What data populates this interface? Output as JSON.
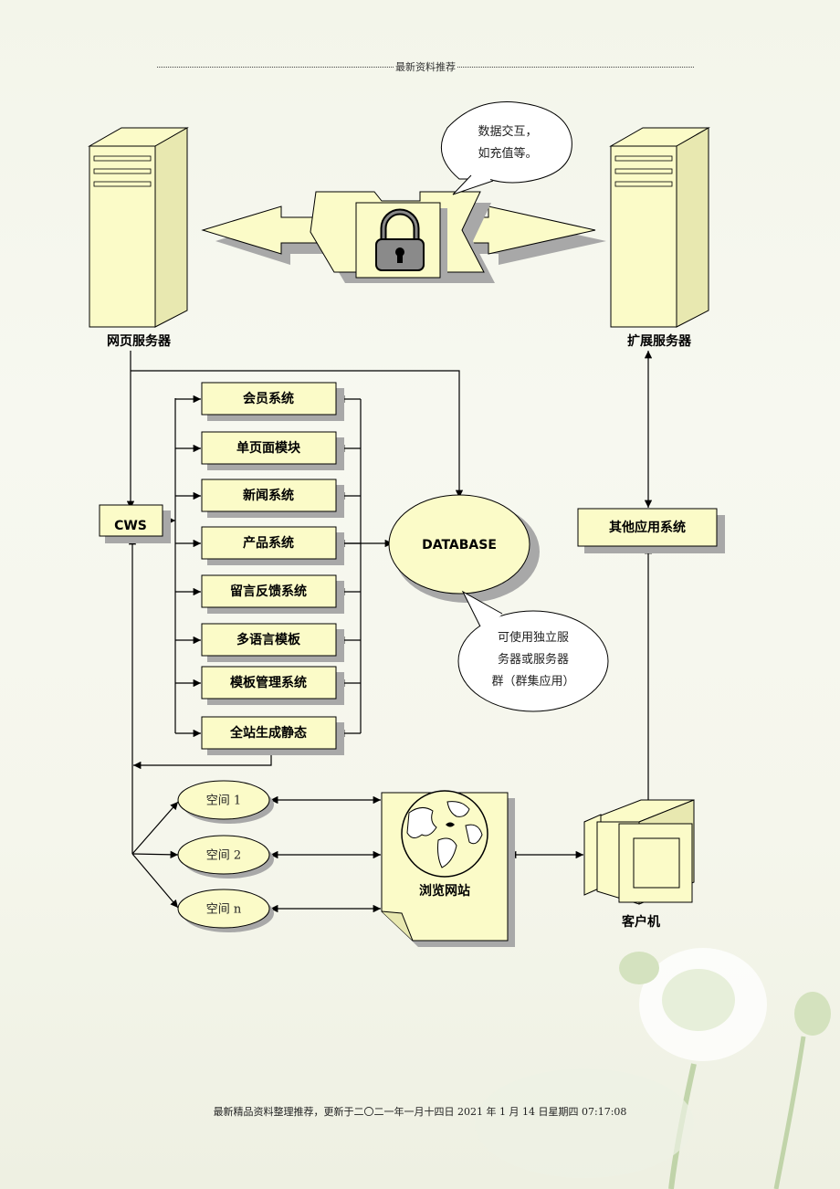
{
  "header": {
    "text": "最新资料推荐"
  },
  "footer": {
    "text": "最新精品资料整理推荐，更新于二〇二一年一月十四日 2021 年 1 月 14 日星期四 07:17:08"
  },
  "servers": {
    "web_server": "网页服务器",
    "ext_server": "扩展服务器"
  },
  "callouts": {
    "exchange": [
      "数据交互，",
      "如充值等。"
    ],
    "database_note": [
      "可使用独立服",
      "务器或服务器",
      "群（群集应用）"
    ]
  },
  "cws": "CWS",
  "modules": [
    "会员系统",
    "单页面模块",
    "新闻系统",
    "产品系统",
    "留言反馈系统",
    "多语言模板",
    "模板管理系统",
    "全站生成静态"
  ],
  "database": "DATABASE",
  "other_system": "其他应用系统",
  "spaces": [
    "空间 1",
    "空间 2",
    "空间 n"
  ],
  "browse_site": "浏览网站",
  "client": "客户机",
  "colors": {
    "fill": "#fbfbc8",
    "stroke": "#000000",
    "shadow": "#a8a8a8"
  }
}
